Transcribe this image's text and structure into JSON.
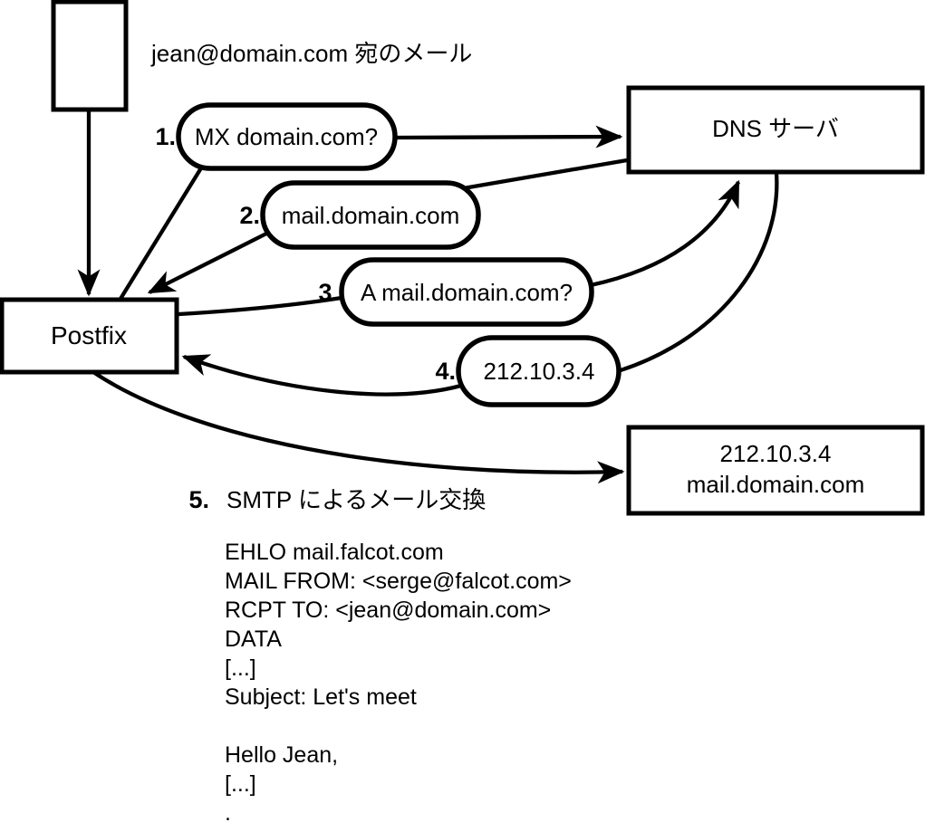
{
  "note": "jean@domain.com 宛のメール",
  "nodes": {
    "postfix": "Postfix",
    "dns_server": "DNS サーバ",
    "mail_server": {
      "ip": "212.10.3.4",
      "hostname": "mail.domain.com"
    }
  },
  "steps": [
    {
      "num": "1.",
      "label": "MX domain.com?"
    },
    {
      "num": "2.",
      "label": "mail.domain.com"
    },
    {
      "num": "3.",
      "label": "A mail.domain.com?"
    },
    {
      "num": "4.",
      "label": "212.10.3.4"
    },
    {
      "num": "5.",
      "label": "SMTP によるメール交換"
    }
  ],
  "smtp_session": "EHLO mail.falcot.com\nMAIL FROM: <serge@falcot.com>\nRCPT TO: <jean@domain.com>\nDATA\n[...]\nSubject: Let's meet\n\nHello Jean,\n[...]\n.",
  "colors": {
    "ink": "#000000",
    "background": "#ffffff"
  }
}
